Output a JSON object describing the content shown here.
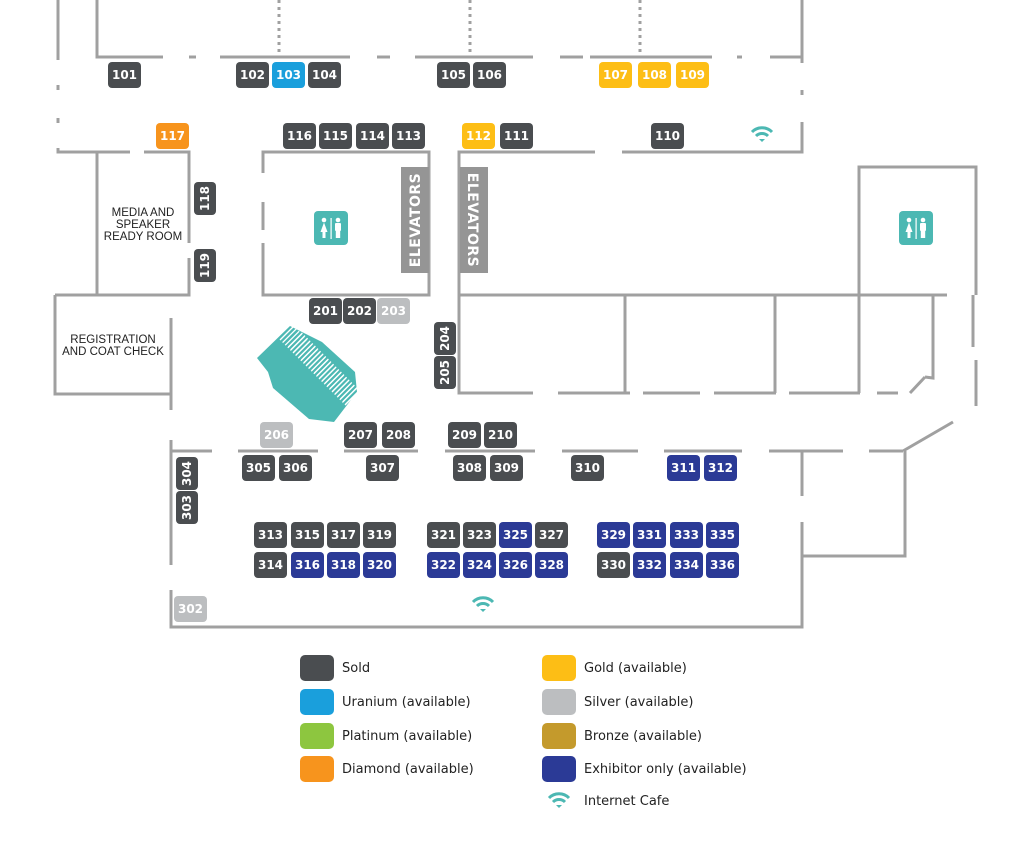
{
  "colors": {
    "sold": "#4a4d50",
    "uranium": "#1a9fdc",
    "platinum": "#8dc63f",
    "diamond": "#f7941d",
    "gold": "#fdbe15",
    "silver": "#bcbec0",
    "bronze": "#c49a2c",
    "exhibitor": "#2b3a96",
    "amenity": "#4cb8b3",
    "wall": "#a0a0a0",
    "elevator": "#959595"
  },
  "rooms": {
    "media": [
      "MEDIA AND",
      "SPEAKER",
      "READY ROOM"
    ],
    "registration": [
      "REGISTRATION",
      "AND COAT CHECK"
    ],
    "elevators": "ELEVATORS"
  },
  "booths": [
    {
      "id": "101",
      "status": "sold"
    },
    {
      "id": "102",
      "status": "sold"
    },
    {
      "id": "103",
      "status": "uranium"
    },
    {
      "id": "104",
      "status": "sold"
    },
    {
      "id": "105",
      "status": "sold"
    },
    {
      "id": "106",
      "status": "sold"
    },
    {
      "id": "107",
      "status": "gold"
    },
    {
      "id": "108",
      "status": "gold"
    },
    {
      "id": "109",
      "status": "gold"
    },
    {
      "id": "110",
      "status": "sold"
    },
    {
      "id": "111",
      "status": "sold"
    },
    {
      "id": "112",
      "status": "gold"
    },
    {
      "id": "113",
      "status": "sold"
    },
    {
      "id": "114",
      "status": "sold"
    },
    {
      "id": "115",
      "status": "sold"
    },
    {
      "id": "116",
      "status": "sold"
    },
    {
      "id": "117",
      "status": "diamond"
    },
    {
      "id": "118",
      "status": "sold"
    },
    {
      "id": "119",
      "status": "sold"
    },
    {
      "id": "201",
      "status": "sold"
    },
    {
      "id": "202",
      "status": "sold"
    },
    {
      "id": "203",
      "status": "silver"
    },
    {
      "id": "204",
      "status": "sold"
    },
    {
      "id": "205",
      "status": "sold"
    },
    {
      "id": "206",
      "status": "silver"
    },
    {
      "id": "207",
      "status": "sold"
    },
    {
      "id": "208",
      "status": "sold"
    },
    {
      "id": "209",
      "status": "sold"
    },
    {
      "id": "210",
      "status": "sold"
    },
    {
      "id": "302",
      "status": "silver"
    },
    {
      "id": "303",
      "status": "sold"
    },
    {
      "id": "304",
      "status": "sold"
    },
    {
      "id": "305",
      "status": "sold"
    },
    {
      "id": "306",
      "status": "sold"
    },
    {
      "id": "307",
      "status": "sold"
    },
    {
      "id": "308",
      "status": "sold"
    },
    {
      "id": "309",
      "status": "sold"
    },
    {
      "id": "310",
      "status": "sold"
    },
    {
      "id": "311",
      "status": "exhibitor"
    },
    {
      "id": "312",
      "status": "exhibitor"
    },
    {
      "id": "313",
      "status": "sold"
    },
    {
      "id": "314",
      "status": "sold"
    },
    {
      "id": "315",
      "status": "sold"
    },
    {
      "id": "316",
      "status": "exhibitor"
    },
    {
      "id": "317",
      "status": "sold"
    },
    {
      "id": "318",
      "status": "exhibitor"
    },
    {
      "id": "319",
      "status": "sold"
    },
    {
      "id": "320",
      "status": "exhibitor"
    },
    {
      "id": "321",
      "status": "sold"
    },
    {
      "id": "322",
      "status": "exhibitor"
    },
    {
      "id": "323",
      "status": "sold"
    },
    {
      "id": "324",
      "status": "exhibitor"
    },
    {
      "id": "325",
      "status": "exhibitor"
    },
    {
      "id": "326",
      "status": "exhibitor"
    },
    {
      "id": "327",
      "status": "sold"
    },
    {
      "id": "328",
      "status": "exhibitor"
    },
    {
      "id": "329",
      "status": "exhibitor"
    },
    {
      "id": "330",
      "status": "sold"
    },
    {
      "id": "331",
      "status": "exhibitor"
    },
    {
      "id": "332",
      "status": "exhibitor"
    },
    {
      "id": "333",
      "status": "exhibitor"
    },
    {
      "id": "334",
      "status": "exhibitor"
    },
    {
      "id": "335",
      "status": "exhibitor"
    },
    {
      "id": "336",
      "status": "exhibitor"
    }
  ],
  "amenities": [
    {
      "type": "restroom",
      "name": "restroom-icon"
    },
    {
      "type": "restroom",
      "name": "restroom-icon"
    },
    {
      "type": "wifi",
      "name": "internet-cafe-icon"
    },
    {
      "type": "wifi",
      "name": "internet-cafe-icon"
    },
    {
      "type": "stage",
      "name": "seating-area-icon"
    }
  ],
  "legend": [
    {
      "key": "sold",
      "label": "Sold"
    },
    {
      "key": "uranium",
      "label": "Uranium (available)"
    },
    {
      "key": "platinum",
      "label": "Platinum (available)"
    },
    {
      "key": "diamond",
      "label": "Diamond (available)"
    },
    {
      "key": "gold",
      "label": "Gold (available)"
    },
    {
      "key": "silver",
      "label": "Silver (available)"
    },
    {
      "key": "bronze",
      "label": "Bronze (available)"
    },
    {
      "key": "exhibitor",
      "label": "Exhibitor only (available)"
    },
    {
      "key": "wifi",
      "label": "Internet Cafe"
    }
  ]
}
